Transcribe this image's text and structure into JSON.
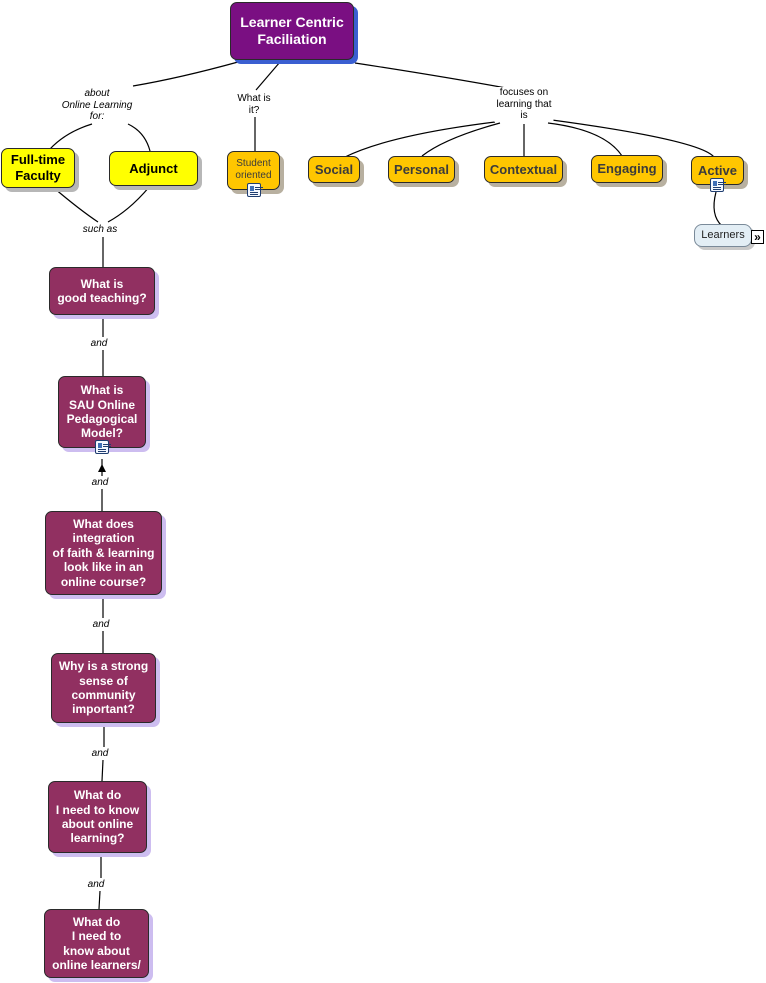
{
  "root": {
    "text": "Learner Centric\nFaciliation"
  },
  "audience": {
    "label": "about\nOnline Learning\nfor:",
    "nodes": [
      {
        "text": "Full-time\nFaculty"
      },
      {
        "text": "Adjunct"
      }
    ],
    "link_label": "such as"
  },
  "definition": {
    "label": "What is\nit?",
    "node": {
      "text": "Student\noriented"
    }
  },
  "focus": {
    "label": "focuses on\nlearning that\nis",
    "nodes": [
      {
        "text": "Social"
      },
      {
        "text": "Personal"
      },
      {
        "text": "Contextual"
      },
      {
        "text": "Engaging"
      },
      {
        "text": "Active"
      }
    ],
    "resource": {
      "text": "Learners"
    }
  },
  "questions": {
    "link_label": "and",
    "nodes": [
      {
        "text": "What is\ngood teaching?"
      },
      {
        "text": "What is\nSAU Online\nPedagogical\nModel?"
      },
      {
        "text": "What does\nintegration\nof faith & learning\nlook like in an\nonline course?"
      },
      {
        "text": "Why is a strong\nsense of\ncommunity\nimportant?"
      },
      {
        "text": "What do\nI need to know\nabout online\nlearning?"
      },
      {
        "text": "What do\nI need to\nknow about\nonline learners/"
      }
    ]
  },
  "icons": {
    "document": "document-icon",
    "expand": "double-chevron-right-icon"
  }
}
